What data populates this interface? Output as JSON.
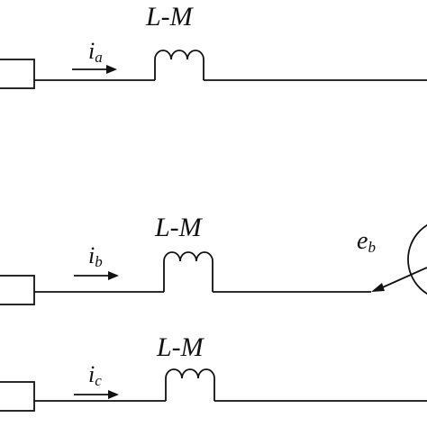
{
  "rows": [
    {
      "inductor_label": "L-M",
      "current_main": "i",
      "current_sub": "a"
    },
    {
      "inductor_label": "L-M",
      "current_main": "i",
      "current_sub": "b"
    },
    {
      "inductor_label": "L-M",
      "current_main": "i",
      "current_sub": "c"
    }
  ],
  "emf": {
    "main": "e",
    "sub": "b"
  }
}
